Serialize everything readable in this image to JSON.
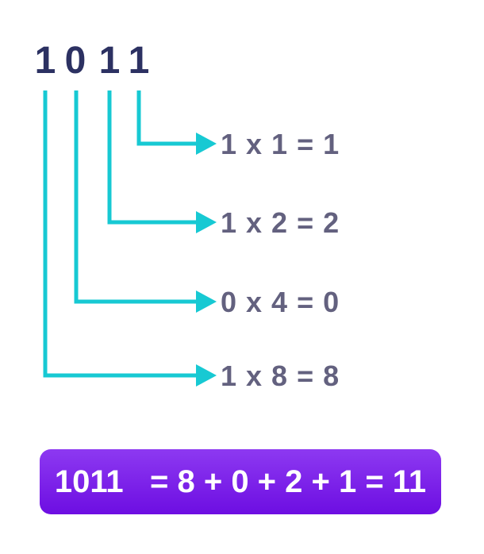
{
  "diagram": {
    "binary": {
      "digits": [
        "1",
        "0",
        "1",
        "1"
      ]
    },
    "rows": [
      {
        "equation": "1 x 1 = 1"
      },
      {
        "equation": "1 x 2 = 2"
      },
      {
        "equation": "0 x 4 = 0"
      },
      {
        "equation": "1 x 8 = 8"
      }
    ],
    "result": "1011   = 8 + 0 + 2 + 1 = 11",
    "colors": {
      "digit": "#2C3162",
      "connector": "#17C9D3",
      "equation": "#63617F",
      "result_top": "#8D39F1",
      "result_bottom": "#6D0EE2",
      "result_text": "#FFFFFF"
    }
  }
}
